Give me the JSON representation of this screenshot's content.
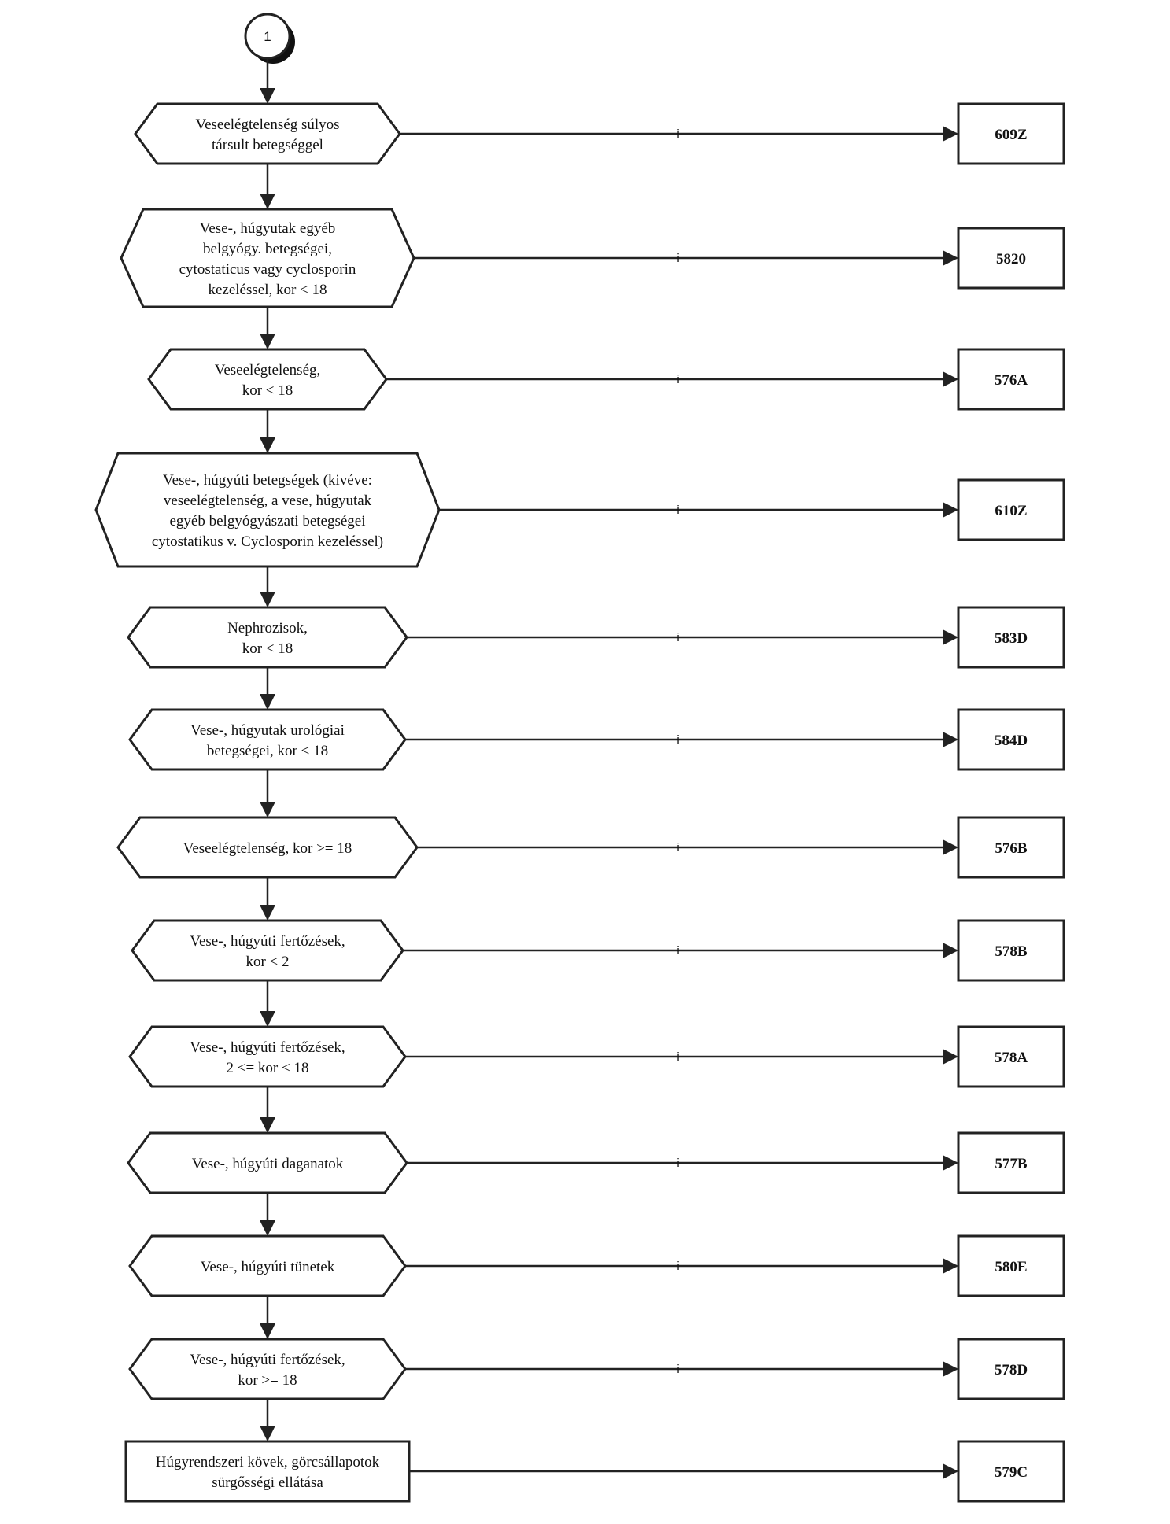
{
  "start": {
    "label": "1"
  },
  "edge_label": "i",
  "decisions": [
    {
      "lines": [
        "Veseelégtelenség súlyos",
        "társult betegséggel"
      ],
      "code": "609Z"
    },
    {
      "lines": [
        "Vese-, húgyutak egyéb",
        "belgyógy. betegségei,",
        "cytostaticus vagy cyclosporin",
        "kezeléssel, kor < 18"
      ],
      "code": "5820"
    },
    {
      "lines": [
        "Veseelégtelenség,",
        "kor < 18"
      ],
      "code": "576A"
    },
    {
      "lines": [
        "Vese-, húgyúti betegségek (kivéve:",
        "veseelégtelenség, a vese, húgyutak",
        "egyéb belgyógyászati betegségei",
        "cytostatikus v. Cyclosporin kezeléssel)"
      ],
      "code": "610Z"
    },
    {
      "lines": [
        "Nephrozisok,",
        "kor < 18"
      ],
      "code": "583D"
    },
    {
      "lines": [
        "Vese-, húgyutak urológiai",
        "betegségei, kor < 18"
      ],
      "code": "584D"
    },
    {
      "lines": [
        "Veseelégtelenség, kor >= 18"
      ],
      "code": "576B"
    },
    {
      "lines": [
        "Vese-, húgyúti fertőzések,",
        "kor < 2"
      ],
      "code": "578B"
    },
    {
      "lines": [
        "Vese-, húgyúti fertőzések,",
        "2 <= kor < 18"
      ],
      "code": "578A"
    },
    {
      "lines": [
        "Vese-, húgyúti daganatok"
      ],
      "code": "577B"
    },
    {
      "lines": [
        "Vese-, húgyúti tünetek"
      ],
      "code": "580E"
    },
    {
      "lines": [
        "Vese-, húgyúti fertőzések,",
        "kor >= 18"
      ],
      "code": "578D"
    }
  ],
  "final_step": {
    "lines": [
      "Húgyrendszeri kövek, görcsállapotok",
      "sürgősségi ellátása"
    ],
    "code": "579C"
  }
}
